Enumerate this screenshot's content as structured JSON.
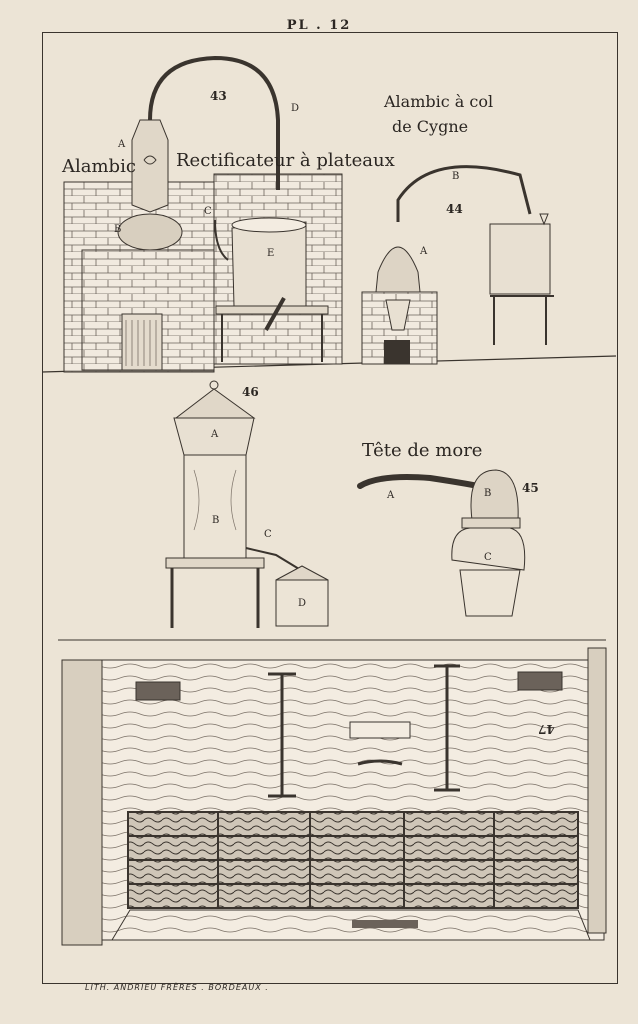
{
  "plate": {
    "title": "PL . 12",
    "credit": "LITH. ANDRIEU FRÈRES . BORDEAUX ."
  },
  "fig43": {
    "number": "43",
    "title_left": "Alambic",
    "title_right": "Rectificateur à plateaux",
    "labels": [
      "A",
      "B",
      "C",
      "D",
      "E"
    ]
  },
  "fig44": {
    "number": "44",
    "title_line1": "Alambic à col",
    "title_line2": "de Cygne",
    "labels": [
      "A",
      "B"
    ]
  },
  "fig45": {
    "number": "45",
    "title": "Tête de more",
    "labels": [
      "A",
      "B",
      "C"
    ]
  },
  "fig46": {
    "number": "46",
    "labels": [
      "A",
      "B",
      "C",
      "D"
    ]
  },
  "fig47": {
    "number": "47"
  },
  "colors": {
    "paper": "#ece4d6",
    "ink": "#2b2622"
  }
}
